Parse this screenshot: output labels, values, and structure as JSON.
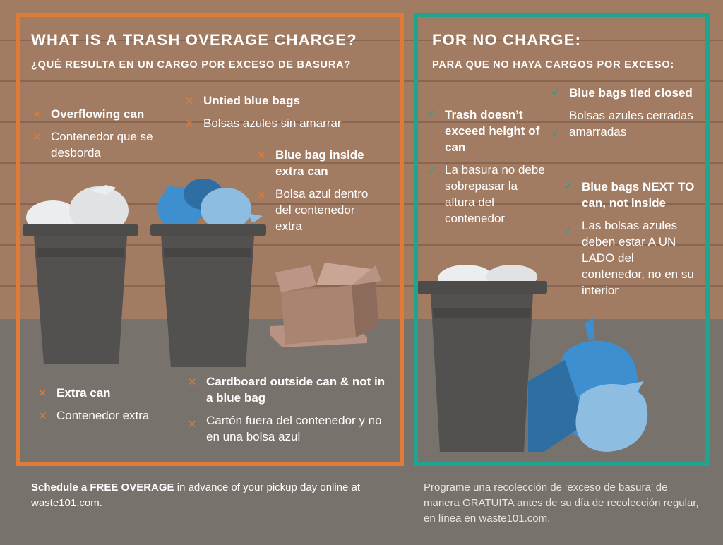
{
  "left_panel": {
    "title": "WHAT IS A TRASH OVERAGE CHARGE?",
    "subtitle": "¿QUÉ RESULTA EN UN CARGO POR EXCESO DE BASURA?",
    "items": [
      {
        "en": "Overflowing can",
        "es": "Contenedor que se desborda"
      },
      {
        "en": "Untied blue bags",
        "es": "Bolsas azules sin amarrar"
      },
      {
        "en": "Blue bag inside extra can",
        "es": "Bolsa azul dentro del contenedor extra"
      },
      {
        "en": "Extra can",
        "es": "Contenedor extra"
      },
      {
        "en": "Cardboard outside can & not in a blue bag",
        "es": "Cartón fuera del contenedor y no en una bolsa azul"
      }
    ],
    "marker": "✕"
  },
  "right_panel": {
    "title": "FOR NO CHARGE:",
    "subtitle": "PARA QUE NO HAYA CARGOS POR EXCESO:",
    "items": [
      {
        "en": "Trash doesn’t exceed height of can",
        "es": "La basura no debe sobrepasar la altura del contenedor"
      },
      {
        "en": "Blue bags tied closed",
        "es": "Bolsas azules cerradas amarradas"
      },
      {
        "en": "Blue bags NEXT TO can, not inside",
        "es": "Las bolsas azules deben estar A UN LADO del contenedor, no en su interior"
      }
    ],
    "marker": "✓"
  },
  "footer": {
    "left_bold": "Schedule a FREE OVERAGE",
    "left_rest": " in advance of your pickup day online at waste101.com.",
    "right": "Programe una recolección de ‘exceso de basura’ de manera GRATUITA antes de su día de recolección regular, en línea en waste101.com."
  },
  "colors": {
    "wall": "#a27b63",
    "floor": "#77726c",
    "charge_border": "#e07b37",
    "no_charge_border": "#1fa58f",
    "can": "#4d4c4b",
    "blue_bag": "#3d8fd0",
    "cardboard": "#a98471"
  },
  "icons": [
    "x-mark-icon",
    "check-mark-icon",
    "trash-can-icon",
    "blue-bag-icon",
    "white-bag-icon",
    "cardboard-box-icon"
  ]
}
